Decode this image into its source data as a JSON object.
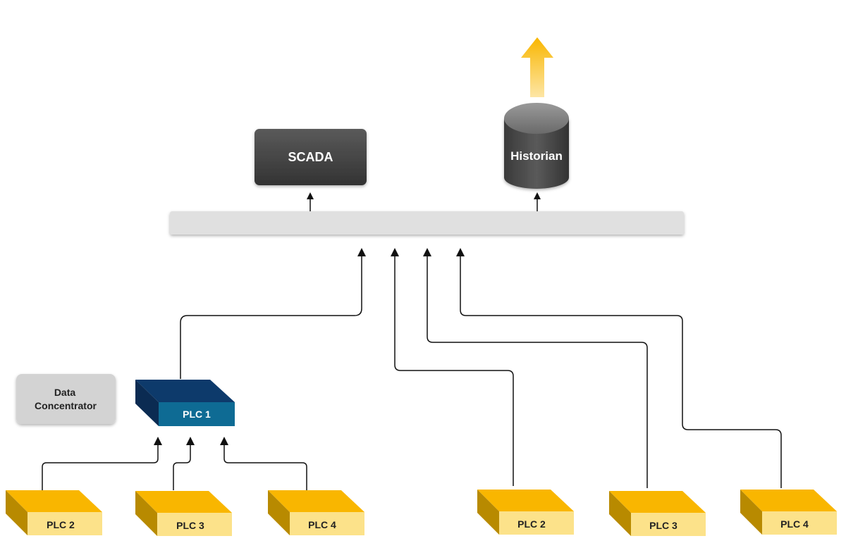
{
  "diagram": {
    "nodes": {
      "scada": "SCADA",
      "historian": "Historian",
      "data_concentrator_line1": "Data",
      "data_concentrator_line2": "Concentrator",
      "plc1": "PLC 1",
      "left_plc2": "PLC 2",
      "left_plc3": "PLC 3",
      "left_plc4": "PLC 4",
      "right_plc2": "PLC 2",
      "right_plc3": "PLC 3",
      "right_plc4": "PLC 4"
    },
    "colors": {
      "scada_fill": "#444444",
      "historian_fill": "#444444",
      "network_bus": "#e0e0e0",
      "concentrator_fill": "#d3d3d3",
      "plc1_top": "#0d3a6b",
      "plc1_front": "#0e6b94",
      "plc_yellow_top": "#f9b600",
      "plc_yellow_front": "#fce28a",
      "plc_yellow_side": "#b88a00",
      "export_arrow": "#f9b600",
      "connector": "#111111"
    }
  }
}
